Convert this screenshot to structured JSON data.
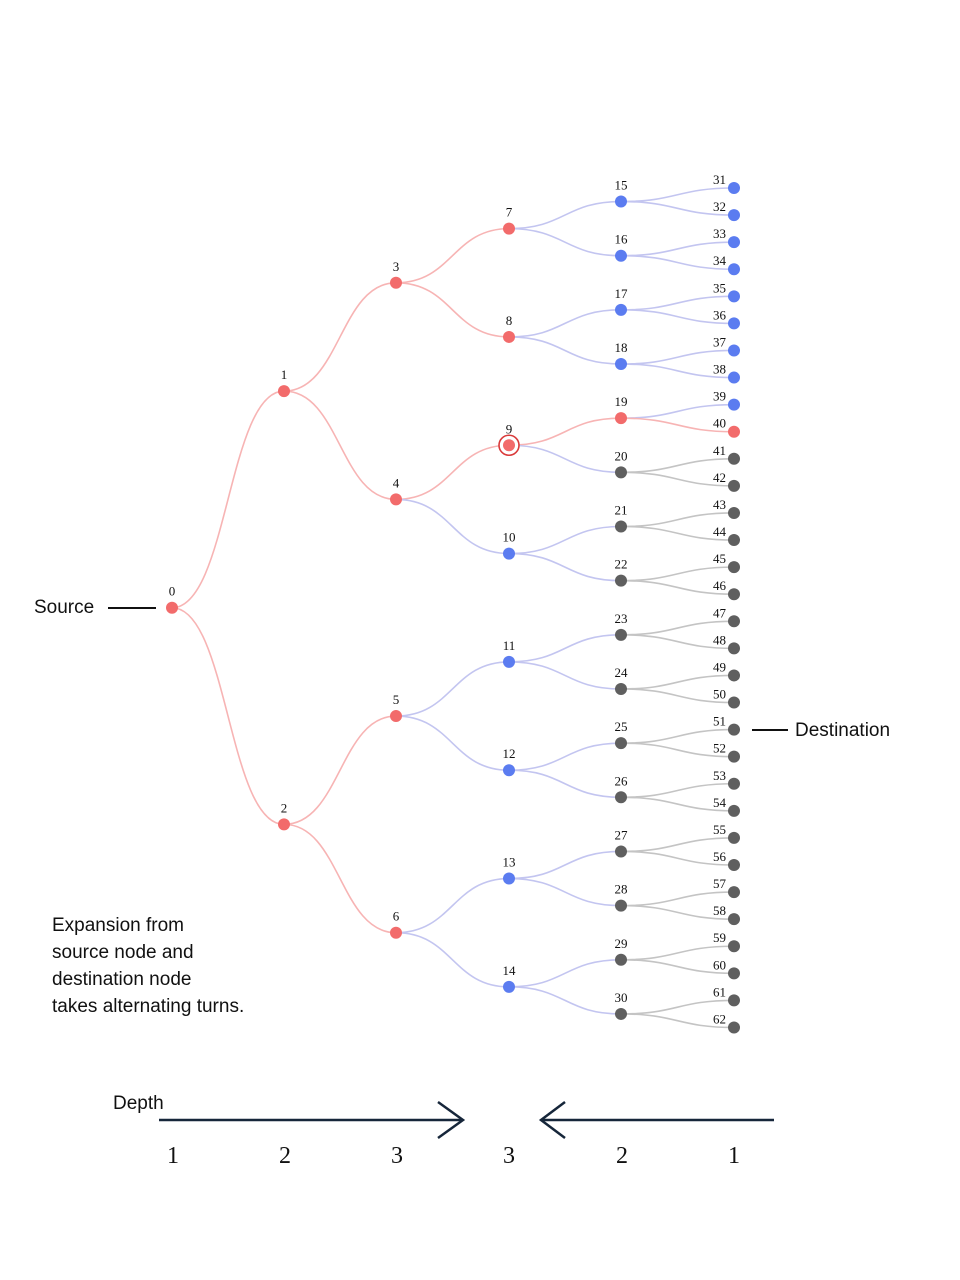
{
  "labels": {
    "source": "Source",
    "destination": "Destination",
    "depth": "Depth",
    "caption_lines": [
      "Expansion from",
      "source node and",
      "destination node",
      "takes alternating turns."
    ]
  },
  "depth_numbers": [
    "1",
    "2",
    "3",
    "3",
    "2",
    "1"
  ],
  "colors": {
    "source_side": "#f26b6b",
    "source_edge": "#f7b4b4",
    "unvisited": "#5b7cf0",
    "unvisited_edge": "#c3c5f0",
    "destination_side": "#5f5f5f",
    "destination_edge": "#c4c4c4",
    "arrow": "#16263a"
  },
  "tree": {
    "node_count": 63,
    "node_ids": [
      "0",
      "1",
      "2",
      "3",
      "4",
      "5",
      "6",
      "7",
      "8",
      "9",
      "10",
      "11",
      "12",
      "13",
      "14",
      "15",
      "16",
      "17",
      "18",
      "19",
      "20",
      "21",
      "22",
      "23",
      "24",
      "25",
      "26",
      "27",
      "28",
      "29",
      "30",
      "31",
      "32",
      "33",
      "34",
      "35",
      "36",
      "37",
      "38",
      "39",
      "40",
      "41",
      "42",
      "43",
      "44",
      "45",
      "46",
      "47",
      "48",
      "49",
      "50",
      "51",
      "52",
      "53",
      "54",
      "55",
      "56",
      "57",
      "58",
      "59",
      "60",
      "61",
      "62"
    ],
    "red_nodes": [
      0,
      1,
      2,
      3,
      4,
      5,
      6,
      7,
      8,
      9,
      19,
      40
    ],
    "gray_nodes": [
      20,
      21,
      22,
      23,
      24,
      25,
      26,
      27,
      28,
      29,
      30,
      41,
      42,
      43,
      44,
      45,
      46,
      47,
      48,
      49,
      50,
      51,
      52,
      53,
      54,
      55,
      56,
      57,
      58,
      59,
      60,
      61,
      62
    ],
    "red_edges": [
      [
        0,
        1
      ],
      [
        0,
        2
      ],
      [
        1,
        3
      ],
      [
        1,
        4
      ],
      [
        2,
        5
      ],
      [
        2,
        6
      ],
      [
        3,
        7
      ],
      [
        3,
        8
      ],
      [
        4,
        9
      ],
      [
        9,
        19
      ],
      [
        19,
        40
      ]
    ],
    "gray_edges_from": [
      20,
      21,
      22,
      23,
      24,
      25,
      26,
      27,
      28,
      29,
      30
    ],
    "meeting_node": 9,
    "source_node": 0,
    "destination_node": 51
  }
}
